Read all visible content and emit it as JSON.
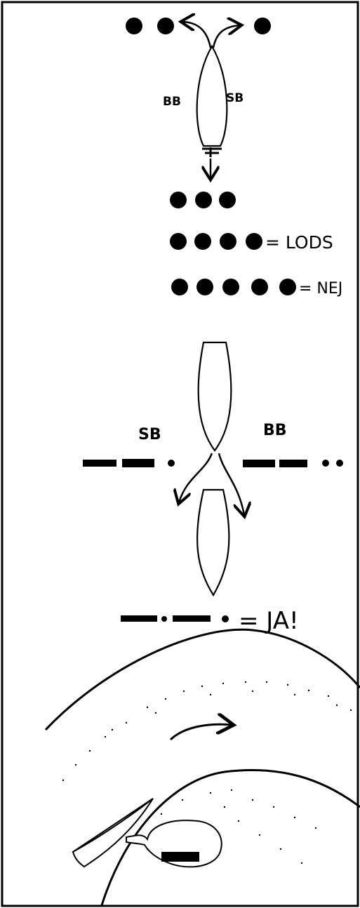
{
  "panel1": {
    "port_label": "BB",
    "starboard_label": "SB",
    "signal_lods_text": "= LODS",
    "signal_nej_text": "= NEJ"
  },
  "panel2": {
    "starboard_label": "SB",
    "port_label": "BB",
    "signal_ja_text": "= JA!"
  },
  "colors": {
    "ink": "#000000",
    "paper": "#ffffff"
  }
}
